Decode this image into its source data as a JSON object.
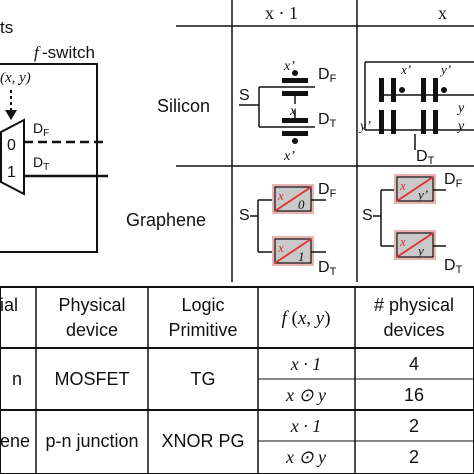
{
  "switch_diagram": {
    "fragment_title": "ts",
    "f_italic": "f",
    "switch_suffix": "-switch",
    "inputs": "(x, y)",
    "out_top": "D",
    "out_top_sub": "F",
    "out_bot": "D",
    "out_bot_sub": "T",
    "mux_zero": "0",
    "mux_one": "1"
  },
  "grid": {
    "col1_header": "x · 1",
    "col2_header": "x",
    "row_silicon": "Silicon",
    "row_graphene": "Graphene",
    "src": "S",
    "df": "D",
    "df_sub": "F",
    "dt": "D",
    "dt_sub": "T",
    "x_prime": "x’",
    "y_prime": "y’",
    "x_plain": "x",
    "y_plain": "y",
    "gr_x": "x",
    "gr_zero": "0",
    "gr_one": "1",
    "gr_y": "y",
    "gr_yp": "y’"
  },
  "table": {
    "headers": [
      "ial",
      "Physical device",
      "Logic Primitive",
      "f (x, y)",
      "# physical devices"
    ],
    "rows": [
      {
        "material": "n",
        "device": "MOSFET",
        "primitive": "TG",
        "func": "x · 1",
        "count": "4"
      },
      {
        "material": "",
        "device": "",
        "primitive": "",
        "func": "x ⊙ y",
        "count": "16"
      },
      {
        "material": "ene",
        "device": "p-n junction",
        "primitive": "XNOR PG",
        "func": "x · 1",
        "count": "2"
      },
      {
        "material": "",
        "device": "",
        "primitive": "",
        "func": "x ⊙ y",
        "count": "2"
      }
    ]
  },
  "colors": {
    "accent_red": "#e0312b",
    "pg_fill": "#c9c9c9",
    "line": "#111111"
  }
}
